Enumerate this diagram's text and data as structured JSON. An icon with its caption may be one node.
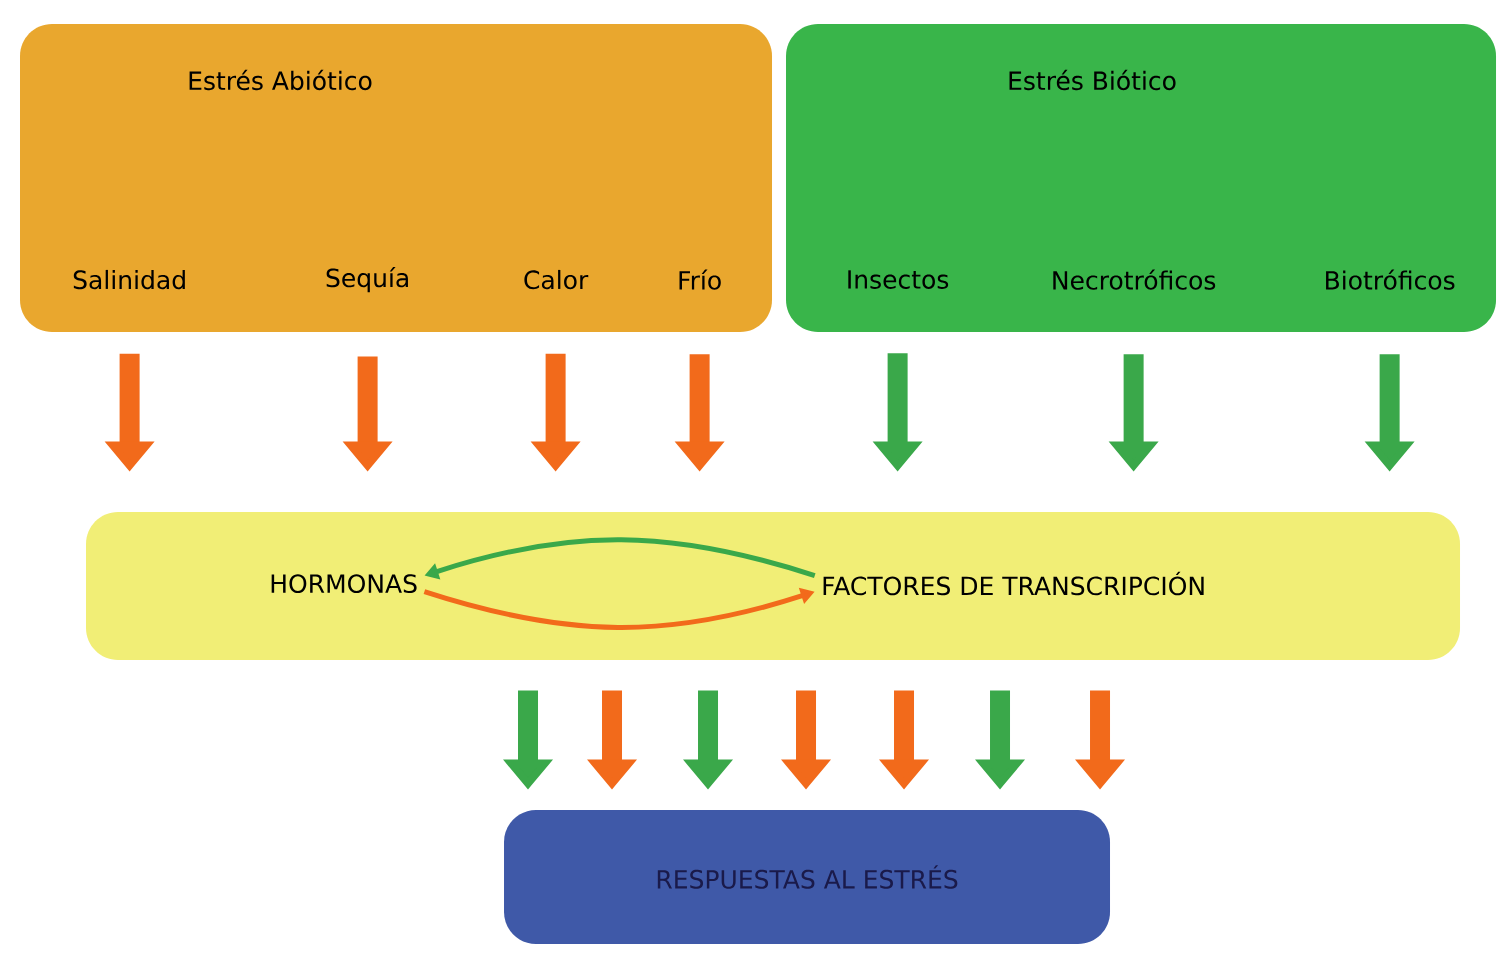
{
  "diagram": {
    "nodes": [
      {
        "text": [
          "Estrés Abiótico"
        ]
      },
      {
        "text": [
          "Salinidad"
        ],
        "in": 0
      },
      {
        "text": [
          "Sequía"
        ],
        "in": 0
      },
      {
        "text": [
          "Calor"
        ],
        "in": 0
      },
      {
        "text": [
          "Frío"
        ],
        "in": 0
      },
      {
        "text": [
          "Estrés Biótico"
        ]
      },
      {
        "text": [
          "Insectos"
        ],
        "in": 5
      },
      {
        "text": [
          "Necrotróficos"
        ],
        "in": 5
      },
      {
        "text": [
          "Biotróficos"
        ],
        "in": 5
      },
      {
        "text": [],
        "shape": "box"
      },
      {
        "text": [
          "HORMONAS"
        ],
        "in": 9
      },
      {
        "text": [
          "FACTORES DE TRANSCRIPCIÓN"
        ],
        "in": 9
      },
      {
        "text": [
          "RESPUESTAS AL ESTRÉS"
        ]
      }
    ],
    "edges": [
      {
        "from": 1,
        "to": 9,
        "arrow": "to",
        "color": "#f26a1b"
      },
      {
        "from": 2,
        "to": 9,
        "arrow": "to",
        "color": "#f26a1b"
      },
      {
        "from": 3,
        "to": 9,
        "arrow": "to",
        "color": "#f26a1b"
      },
      {
        "from": 4,
        "to": 9,
        "arrow": "to",
        "color": "#f26a1b"
      },
      {
        "from": 6,
        "to": 9,
        "arrow": "to",
        "color": "#3aa84a"
      },
      {
        "from": 7,
        "to": 9,
        "arrow": "to",
        "color": "#3aa84a"
      },
      {
        "from": 8,
        "to": 9,
        "arrow": "to",
        "color": "#3aa84a"
      },
      {
        "from": 11,
        "to": 10,
        "arrow": "to",
        "color": "#3aa84a"
      },
      {
        "from": 10,
        "to": 11,
        "arrow": "to",
        "color": "#f26a1b"
      },
      {
        "from": 9,
        "to": 12,
        "arrow": "to",
        "color": "#3aa84a"
      },
      {
        "from": 9,
        "to": 12,
        "arrow": "to",
        "color": "#f26a1b"
      },
      {
        "from": 9,
        "to": 12,
        "arrow": "to",
        "color": "#3aa84a"
      },
      {
        "from": 9,
        "to": 12,
        "arrow": "to",
        "color": "#f26a1b"
      },
      {
        "from": 9,
        "to": 12,
        "arrow": "to",
        "color": "#f26a1b"
      },
      {
        "from": 9,
        "to": 12,
        "arrow": "to",
        "color": "#3aa84a"
      },
      {
        "from": 9,
        "to": 12,
        "arrow": "to",
        "color": "#f26a1b"
      }
    ]
  }
}
